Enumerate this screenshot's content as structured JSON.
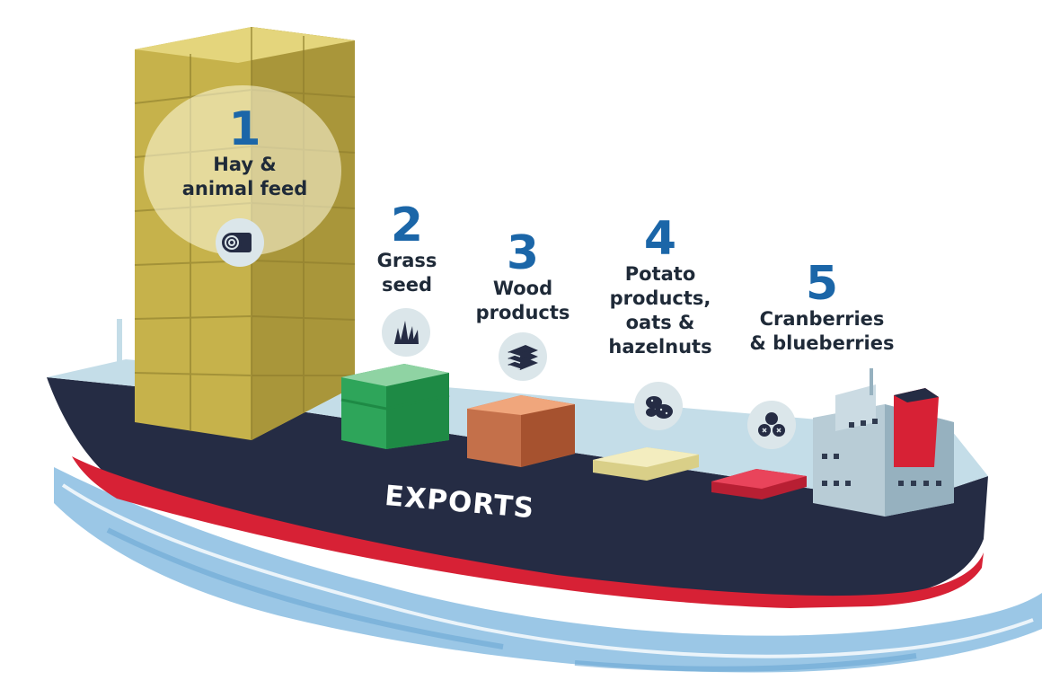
{
  "hull_label": "EXPORTS",
  "colors": {
    "number": "#1b66a8",
    "text": "#1f2a38",
    "hull_dark": "#252c44",
    "hull_red": "#d72135",
    "deck": "#c4dde8",
    "water": "#9bc7e6",
    "hay": "#d0bd52",
    "grass_box": "#2ea55a",
    "wood_box": "#c4704a",
    "potato_box": "#efe7b2",
    "berry_box": "#e23e52"
  },
  "exports": [
    {
      "rank": "1",
      "label": "Hay &\nanimal feed",
      "icon": "hay-bale-icon"
    },
    {
      "rank": "2",
      "label": "Grass\nseed",
      "icon": "grass-icon"
    },
    {
      "rank": "3",
      "label": "Wood\nproducts",
      "icon": "lumber-icon"
    },
    {
      "rank": "4",
      "label": "Potato\nproducts,\noats &\nhazelnuts",
      "icon": "potato-icon"
    },
    {
      "rank": "5",
      "label": "Cranberries\n& blueberries",
      "icon": "berries-icon"
    }
  ]
}
